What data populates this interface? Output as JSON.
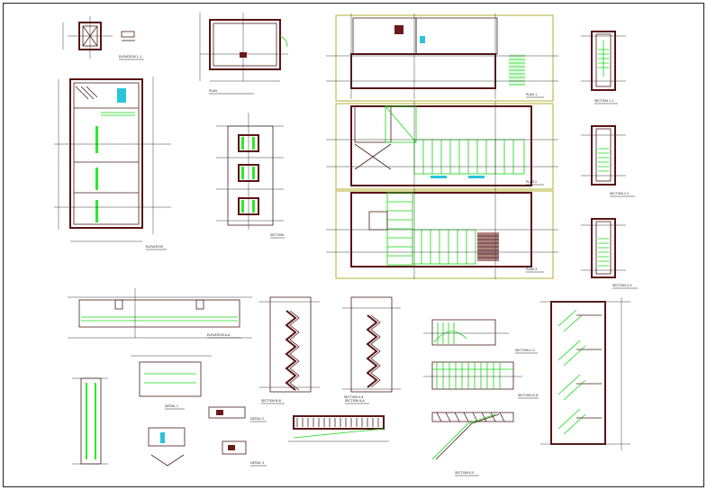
{
  "palette": {
    "wall": "#5a1414",
    "stair_green": "#15d615",
    "outline_olive": "#a9a81a",
    "highlight_cyan": "#28c4d9",
    "background": "#ffffff"
  },
  "drawing_titles": [
    "ELEVATION 1-1",
    "PLAN",
    "ELEVATION",
    "SECTION",
    "SECTION 1-1",
    "SECTION 2-2",
    "SECTION 3-3",
    "SECTION 4-4",
    "ELEVATION A-A",
    "SECTION B-B",
    "SECTION A-A",
    "SECTION C-C",
    "DETAIL 1",
    "DETAIL 2",
    "DETAIL 3",
    "PLAN 1",
    "PLAN 2",
    "PLAN 3",
    "SECTION D-D",
    "SECTION E-E"
  ]
}
